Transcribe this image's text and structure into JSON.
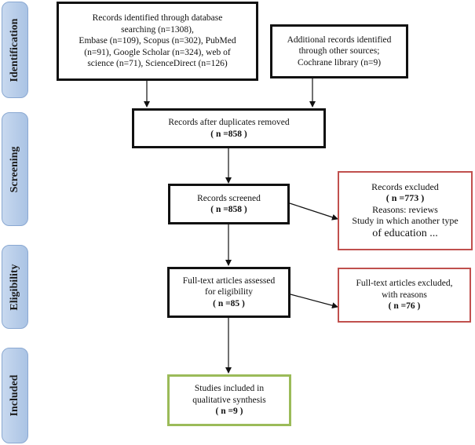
{
  "phases": {
    "identification": "Identification",
    "screening": "Screening",
    "eligibility": "Eligibility",
    "included": "Included"
  },
  "boxes": {
    "database_records": {
      "lines": [
        "Records identified through database",
        "searching (n=1308),",
        "Embase (n=109), Scopus (n=302), PubMed",
        "(n=91), Google Scholar (n=324), web of",
        "science (n=71), ScienceDirect (n=126)"
      ]
    },
    "additional_records": {
      "lines": [
        "Additional records identified",
        "through other sources;",
        "Cochrane library (n=9)"
      ]
    },
    "after_duplicates": {
      "lines": [
        "Records after duplicates removed",
        "( n =858 )"
      ]
    },
    "screened": {
      "lines": [
        "Records screened",
        "( n =858 )"
      ]
    },
    "excluded": {
      "lines": [
        "Records excluded",
        "( n =773 )",
        "Reasons: reviews",
        "Study in which another type",
        "of education ..."
      ]
    },
    "fulltext_assessed": {
      "lines": [
        "Full-text articles assessed",
        "for eligibility",
        "( n =85 )"
      ]
    },
    "fulltext_excluded": {
      "lines": [
        "Full-text articles excluded,",
        "with reasons",
        "( n =76 )"
      ]
    },
    "included": {
      "lines": [
        "Studies included in",
        "qualitative synthesis",
        "( n =9 )"
      ]
    }
  },
  "colors": {
    "main_border": "#111111",
    "excluded_border": "#c0504d",
    "included_border": "#9bbb59",
    "phase_fill": "#aac3e4"
  }
}
